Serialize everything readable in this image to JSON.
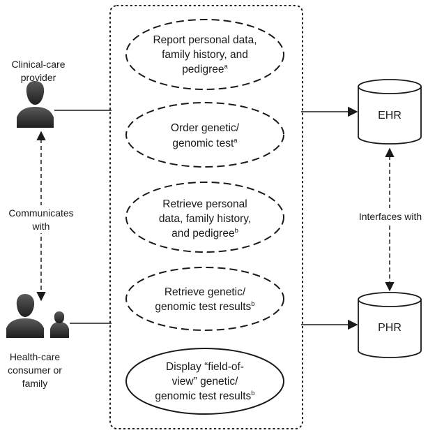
{
  "actors": {
    "provider": {
      "lines": [
        "Clinical-care",
        "provider"
      ],
      "icon": "person-icon"
    },
    "consumer": {
      "lines": [
        "Health-care",
        "consumer or",
        "family"
      ],
      "icon": "person-pair-icon"
    }
  },
  "use_cases": [
    {
      "lines": [
        "Report personal data,",
        "family history, and",
        "pedigree"
      ],
      "sup": "a",
      "style": "dashed"
    },
    {
      "lines": [
        "Order genetic/",
        "genomic test"
      ],
      "sup": "a",
      "style": "dashed"
    },
    {
      "lines": [
        "Retrieve personal",
        "data, family history,",
        "and pedigree"
      ],
      "sup": "b",
      "style": "dashed"
    },
    {
      "lines": [
        "Retrieve genetic/",
        "genomic test results"
      ],
      "sup": "b",
      "style": "dashed"
    },
    {
      "lines": [
        "Display “field-of-",
        "view” genetic/",
        "genomic test results"
      ],
      "sup": "b",
      "style": "solid"
    }
  ],
  "systems": {
    "ehr": {
      "label": "EHR",
      "icon": "database-cylinder-icon"
    },
    "phr": {
      "label": "PHR",
      "icon": "database-cylinder-icon"
    }
  },
  "relations": {
    "communicates": [
      "Communicates",
      "with"
    ],
    "interfaces": [
      "Interfaces with"
    ]
  },
  "colors": {
    "stroke": "#1a1a1a",
    "icon_fill": "#2e2e2e",
    "background": "#ffffff"
  }
}
